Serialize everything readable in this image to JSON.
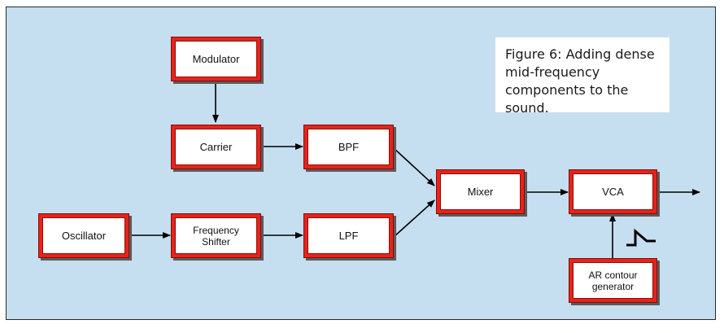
{
  "caption": {
    "line1": "Figure 6: Adding dense",
    "line2": "mid-frequency",
    "line3": "components to the sound."
  },
  "blocks": {
    "modulator": "Modulator",
    "carrier": "Carrier",
    "bpf": "BPF",
    "oscillator": "Oscillator",
    "frequency_shifter_line1": "Frequency",
    "frequency_shifter_line2": "Shifter",
    "lpf": "LPF",
    "mixer": "Mixer",
    "vca": "VCA",
    "ar_contour_line1": "AR contour",
    "ar_contour_line2": "generator"
  },
  "colors": {
    "background": "#c6dff0",
    "block_border": "#e8231a",
    "wire": "#000000"
  },
  "edges": [
    {
      "from": "Modulator",
      "to": "Carrier"
    },
    {
      "from": "Carrier",
      "to": "BPF"
    },
    {
      "from": "Oscillator",
      "to": "Frequency Shifter"
    },
    {
      "from": "Frequency Shifter",
      "to": "LPF"
    },
    {
      "from": "BPF",
      "to": "Mixer"
    },
    {
      "from": "LPF",
      "to": "Mixer"
    },
    {
      "from": "Mixer",
      "to": "VCA"
    },
    {
      "from": "AR contour generator",
      "to": "VCA"
    },
    {
      "from": "VCA",
      "to": "output"
    }
  ]
}
